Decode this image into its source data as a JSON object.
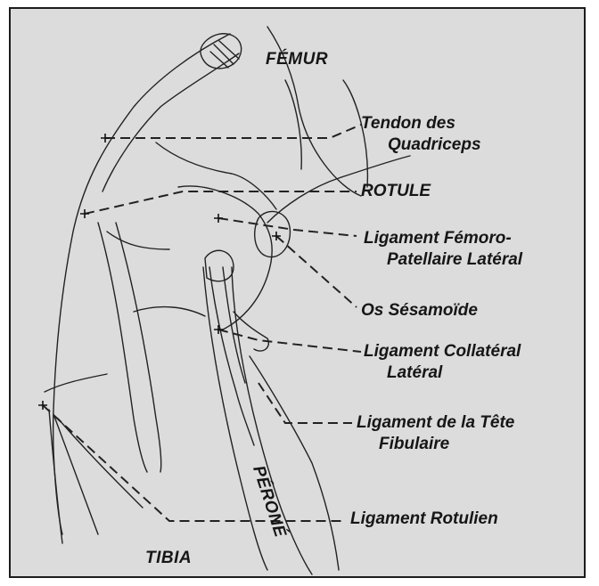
{
  "labels": {
    "femur": "FÉMUR",
    "tibia": "TIBIA",
    "perone": "PÉRONÉ",
    "quadriceps_1": "Tendon des",
    "quadriceps_2": "Quadriceps",
    "rotule": "ROTULE",
    "lfp_1": "Ligament Fémoro-",
    "lfp_2": "Patellaire Latéral",
    "sesamoide": "Os Sésamoïde",
    "lcl_1": "Ligament Collatéral",
    "lcl_2": "Latéral",
    "tete_1": "Ligament de la Tête",
    "tete_2": "Fibulaire",
    "rotulien": "Ligament Rotulien"
  },
  "colors": {
    "background": "#dcdcdc",
    "ink": "#161616"
  }
}
